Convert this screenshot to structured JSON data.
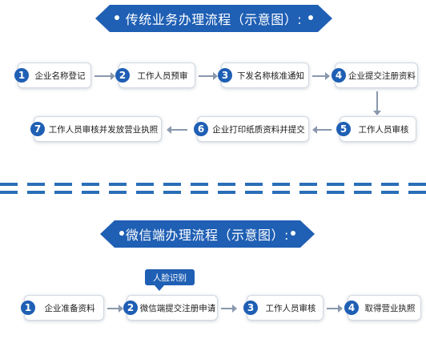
{
  "traditional": {
    "title": "传统业务办理流程（示意图）:",
    "steps": [
      {
        "num": "1",
        "label": "企业名称登记"
      },
      {
        "num": "2",
        "label": "工作人员预审"
      },
      {
        "num": "3",
        "label": "下发名称核准通知"
      },
      {
        "num": "4",
        "label": "企业提交注册资料"
      },
      {
        "num": "5",
        "label": "工作人员审核"
      },
      {
        "num": "6",
        "label": "企业打印纸质资料并提交"
      },
      {
        "num": "7",
        "label": "工作人员审核并发放营业执照"
      }
    ]
  },
  "wechat": {
    "title": "微信端办理流程（示意图）:",
    "tag": "人脸识别",
    "steps": [
      {
        "num": "1",
        "label": "企业准备资料"
      },
      {
        "num": "2",
        "label": "微信端提交注册申请"
      },
      {
        "num": "3",
        "label": "工作人员审核"
      },
      {
        "num": "4",
        "label": "取得营业执照"
      }
    ]
  },
  "colors": {
    "accent": "#1f5fb4",
    "arrow": "#8a98ad",
    "dash": "#2a6fb8"
  }
}
